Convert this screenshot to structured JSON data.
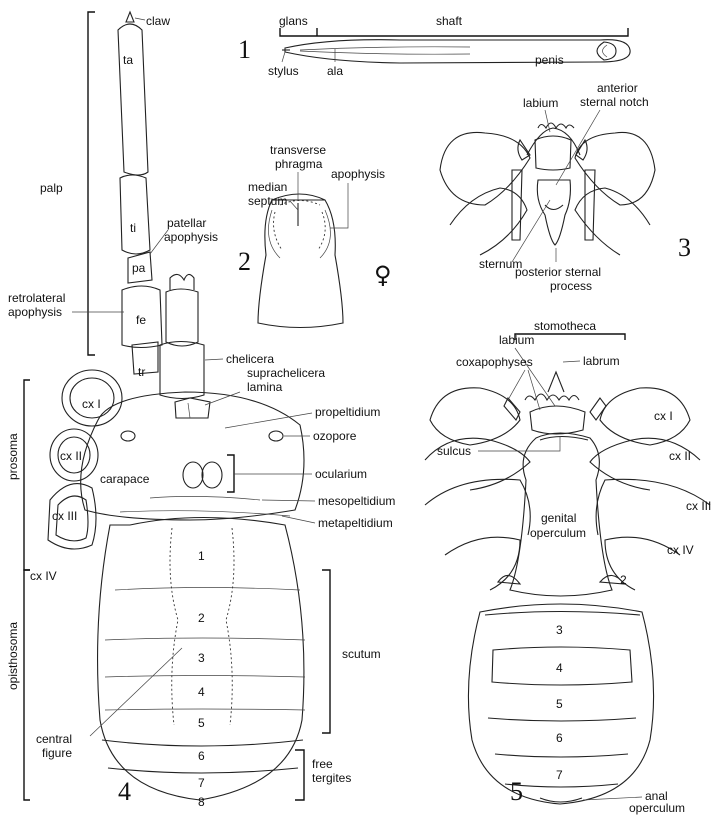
{
  "figure_numbers": [
    "1",
    "2",
    "3",
    "4",
    "5"
  ],
  "female_symbol": "♀",
  "fig1": {
    "glans": "glans",
    "shaft": "shaft",
    "penis": "penis",
    "stylus": "stylus",
    "ala": "ala"
  },
  "fig2": {
    "transverse_phragma_1": "transverse",
    "transverse_phragma_2": "phragma",
    "median_septum_1": "median",
    "median_septum_2": "septum",
    "apophysis": "apophysis"
  },
  "fig3": {
    "labium": "labium",
    "anterior_sternal_notch_1": "anterior",
    "anterior_sternal_notch_2": "sternal notch",
    "sternum": "sternum",
    "posterior_sternal_process_1": "posterior sternal",
    "posterior_sternal_process_2": "process"
  },
  "fig4": {
    "claw": "claw",
    "ta": "ta",
    "ti": "ti",
    "pa": "pa",
    "fe": "fe",
    "tr": "tr",
    "palp": "palp",
    "patellar_apophysis_1": "patellar",
    "patellar_apophysis_2": "apophysis",
    "retrolateral_apophysis_1": "retrolateral",
    "retrolateral_apophysis_2": "apophysis",
    "chelicera": "chelicera",
    "suprachel_1": "suprachelicera",
    "suprachel_2": "lamina",
    "propeltidium": "propeltidium",
    "ozopore": "ozopore",
    "ocularium": "ocularium",
    "carapace": "carapace",
    "mesopeltidium": "mesopeltidium",
    "metapeltidium": "metapeltidium",
    "cx1": "cx I",
    "cx2": "cx II",
    "cx3": "cx III",
    "cx4": "cx IV",
    "prosoma": "prosoma",
    "opisthosoma": "opisthosoma",
    "scutum": "scutum",
    "free_tergites_1": "free",
    "free_tergites_2": "tergites",
    "central_figure_1": "central",
    "central_figure_2": "figure",
    "segments": [
      "1",
      "2",
      "3",
      "4",
      "5",
      "6",
      "7",
      "8"
    ]
  },
  "fig5": {
    "stomotheca": "stomotheca",
    "labium": "labium",
    "labrum": "labrum",
    "coxapophyses": "coxapophyses",
    "sulcus": "sulcus",
    "cx1": "cx I",
    "cx2": "cx II",
    "cx3": "cx III",
    "cx4": "cx IV",
    "genital_operculum_1": "genital",
    "genital_operculum_2": "operculum",
    "segments": [
      "2",
      "3",
      "4",
      "5",
      "6",
      "7"
    ],
    "anal_operculum_1": "anal",
    "anal_operculum_2": "operculum"
  }
}
